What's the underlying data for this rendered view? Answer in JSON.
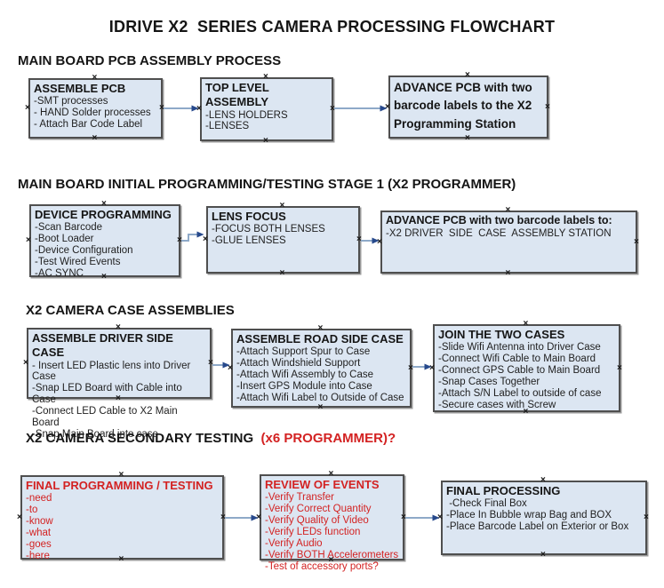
{
  "title": "IDRIVE X2  SERIES CAMERA PROCESSING FLOWCHART",
  "connection_point_glyph": "×",
  "colors": {
    "box_fill": "#dce6f2",
    "box_border": "#4f4f4f",
    "red_text": "#d32222",
    "arrow_line": "#8ea9c8",
    "arrow_head": "#27498c",
    "ink": "#151515"
  },
  "sections": [
    {
      "heading": "MAIN BOARD PCB ASSEMBLY PROCESS",
      "boxes": [
        {
          "title": "ASSEMBLE PCB",
          "lines": [
            "-SMT processes",
            "- HAND Solder processes",
            "- Attach Bar Code Label"
          ]
        },
        {
          "title": "TOP LEVEL ASSEMBLY",
          "lines": [
            "-LENS HOLDERS",
            "-LENSES"
          ]
        },
        {
          "title": "ADVANCE PCB with two barcode labels to the X2 Programming Station",
          "lines": []
        }
      ]
    },
    {
      "heading": "MAIN BOARD INITIAL PROGRAMMING/TESTING STAGE 1 (X2 PROGRAMMER)",
      "boxes": [
        {
          "title": "DEVICE PROGRAMMING",
          "lines": [
            "-Scan Barcode",
            "-Boot Loader",
            "-Device Configuration",
            "-Test Wired Events",
            "-AC SYNC"
          ]
        },
        {
          "title": "LENS FOCUS",
          "lines": [
            "-FOCUS BOTH LENSES",
            "-GLUE LENSES"
          ]
        },
        {
          "title": "ADVANCE PCB with two barcode labels to:",
          "lines": [
            "-X2 DRIVER  SIDE  CASE  ASSEMBLY STATION"
          ]
        }
      ]
    },
    {
      "heading": "X2 CAMERA CASE ASSEMBLIES",
      "boxes": [
        {
          "title": "ASSEMBLE DRIVER SIDE CASE",
          "lines": [
            "- Insert LED Plastic lens into Driver Case",
            "-Snap LED Board with Cable into Case",
            "-Connect LED Cable to X2 Main Board",
            "-Snap Main Board into case"
          ]
        },
        {
          "title": "ASSEMBLE ROAD SIDE CASE",
          "lines": [
            "-Attach Support Spur to Case",
            "-Attach Windshield Support",
            "-Attach Wifi Assembly to Case",
            "-Insert GPS Module into Case",
            "-Attach Wifi Label to Outside of Case"
          ]
        },
        {
          "title": "JOIN THE TWO CASES",
          "lines": [
            "-Slide Wifi Antenna into Driver Case",
            "-Connect Wifi Cable to Main Board",
            "-Connect GPS Cable to Main Board",
            "-Snap Cases Together",
            "-Attach S/N Label to outside of case",
            "-Secure cases with Screw"
          ]
        }
      ]
    },
    {
      "heading": "X2 CAMERA SECONDARY TESTING ",
      "heading_red": " (x6 PROGRAMMER)?",
      "boxes": [
        {
          "title": "FINAL PROGRAMMING / TESTING",
          "lines": [
            "-need",
            "-to",
            "-know",
            "-what",
            "-goes",
            "-here"
          ]
        },
        {
          "title": "REVIEW OF EVENTS",
          "lines": [
            "-Verify Transfer",
            "-Verify Correct Quantity",
            "-Verify Quality of Video",
            "-Verify LEDs function",
            "-Verify Audio",
            "-Verify BOTH Accelerometers",
            "-Test of accessory ports?"
          ]
        },
        {
          "title": "FINAL PROCESSING",
          "lines": [
            " -Check Final Box",
            "-Place In Bubble wrap Bag and BOX",
            "-Place Barcode Label on Exterior or Box"
          ]
        }
      ]
    }
  ]
}
